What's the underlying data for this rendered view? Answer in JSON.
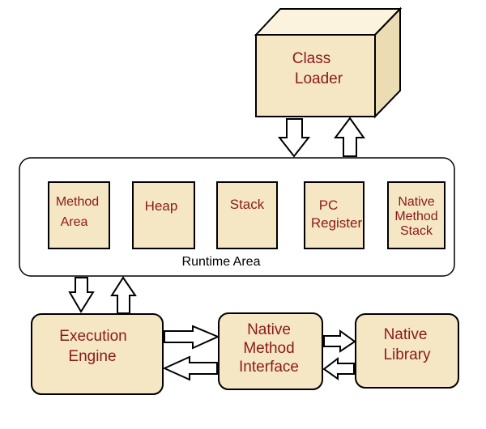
{
  "colors": {
    "box_fill": "#f5e6c4",
    "box_top_face": "#fbf3dd",
    "box_side_face": "#ecdcb4",
    "text": "#8b1a1a",
    "outline": "#000000",
    "arrow_fill": "#ffffff"
  },
  "class_loader": {
    "line1": "Class",
    "line2": "Loader"
  },
  "runtime_area": {
    "label": "Runtime Area",
    "method_area": {
      "line1": "Method",
      "line2": "Area"
    },
    "heap": {
      "label": "Heap"
    },
    "stack": {
      "label": "Stack"
    },
    "pc_register": {
      "line1": "PC",
      "line2": "Register"
    },
    "native_method_stack": {
      "line1": "Native",
      "line2": "Method",
      "line3": "Stack"
    }
  },
  "execution_engine": {
    "line1": "Execution",
    "line2": "Engine"
  },
  "native_method_interface": {
    "line1": "Native",
    "line2": "Method",
    "line3": "Interface"
  },
  "native_library": {
    "line1": "Native",
    "line2": "Library"
  }
}
